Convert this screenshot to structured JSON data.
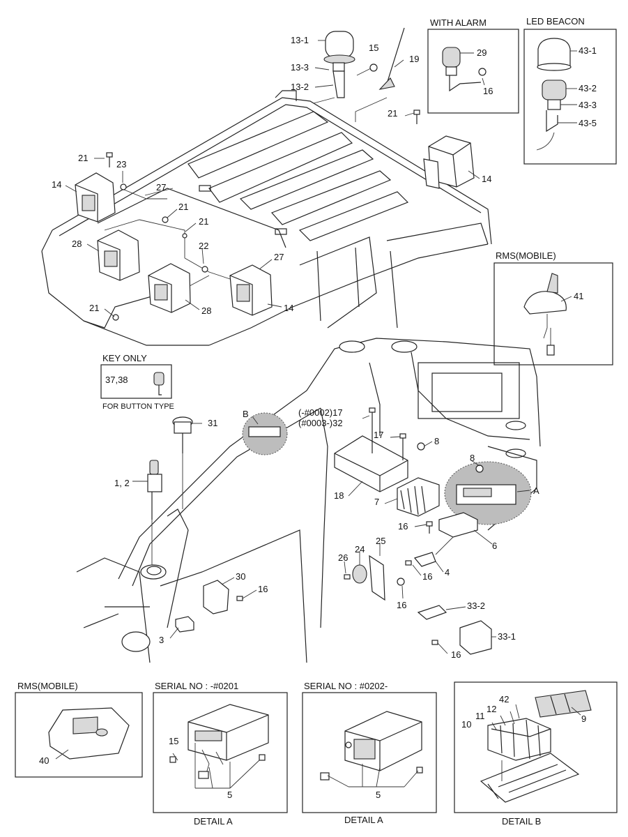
{
  "insets": {
    "with_alarm": "WITH ALARM",
    "led_beacon": "LED BEACON",
    "rms_mobile_top": "RMS(MOBILE)",
    "key_only": "KEY ONLY",
    "for_button_type": "FOR BUTTON TYPE",
    "rms_mobile_bottom": "RMS(MOBILE)",
    "serial_1": "SERIAL NO : -#0201",
    "serial_2": "SERIAL NO : #0202-"
  },
  "captions": {
    "detail_a_1": "DETAIL A",
    "detail_a_2": "DETAIL A",
    "detail_b": "DETAIL B",
    "letter_a": "A",
    "letter_b": "B"
  },
  "callouts": {
    "c13_1": "13-1",
    "c13_3": "13-3",
    "c13_2": "13-2",
    "c15a": "15",
    "c19": "19",
    "c29": "29",
    "c16a": "16",
    "c43_1": "43-1",
    "c43_2": "43-2",
    "c43_3": "43-3",
    "c43_5": "43-5",
    "c21a": "21",
    "c14a": "14",
    "c21b": "21",
    "c23": "23",
    "c14b": "14",
    "c27a": "27",
    "c21c": "21",
    "c21d": "21",
    "c28a": "28",
    "c22": "22",
    "c27b": "27",
    "c21e": "21",
    "c28b": "28",
    "c14c": "14",
    "c41": "41",
    "c37_38": "37,38",
    "c31": "31",
    "c1_2": "1, 2",
    "c17_32": "(-#0002)17",
    "c32": "(#0003-)32",
    "c17b": "17",
    "c8a": "8",
    "c8b": "8",
    "c18": "18",
    "c7": "7",
    "c16b": "16",
    "c6": "6",
    "c25": "25",
    "c24": "24",
    "c26": "26",
    "c16c": "16",
    "c4": "4",
    "c30": "30",
    "c16d": "16",
    "c16e": "16",
    "c3": "3",
    "c33_2": "33-2",
    "c33_1": "33-1",
    "c16f": "16",
    "c40": "40",
    "c15b": "15",
    "c5a": "5",
    "c5b": "5",
    "c42": "42",
    "c12": "12",
    "c11": "11",
    "c10": "10",
    "c9": "9"
  }
}
